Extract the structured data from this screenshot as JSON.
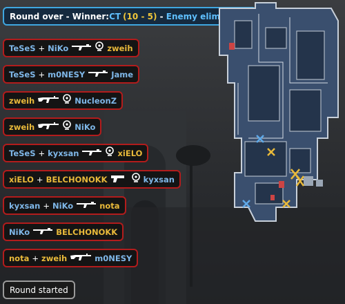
{
  "round_over": {
    "prefix": "Round over - Winner: ",
    "team": "CT",
    "score": "(10 - 5)",
    "sep": " - ",
    "reason": "Enemy eliminated"
  },
  "killfeed": [
    {
      "attacker": "TeSeS",
      "assister": "NiKo",
      "victim": "zweih",
      "weapon": "smg-icon",
      "headshot": true
    },
    {
      "attacker": "TeSeS",
      "assister": "m0NESY",
      "victim": "Jame",
      "weapon": "smg-icon",
      "headshot": false
    },
    {
      "attacker": "zweih",
      "assister": "",
      "victim": "NucleonZ",
      "weapon": "rifle-icon",
      "headshot": true
    },
    {
      "attacker": "zweih",
      "assister": "",
      "victim": "NiKo",
      "weapon": "rifle-icon",
      "headshot": true
    },
    {
      "attacker": "TeSeS",
      "assister": "kyxsan",
      "victim": "xiELO",
      "weapon": "smg-icon",
      "headshot": true
    },
    {
      "attacker": "xiELO",
      "assister": "BELCHONOKK",
      "victim": "kyxsan",
      "weapon": "deagle-icon",
      "headshot": true
    },
    {
      "attacker": "kyxsan",
      "assister": "NiKo",
      "victim": "nota",
      "weapon": "smg-icon",
      "headshot": false
    },
    {
      "attacker": "NiKo",
      "assister": "",
      "victim": "BELCHONOKK",
      "weapon": "smg-icon",
      "headshot": false
    },
    {
      "attacker": "nota",
      "assister": "zweih",
      "victim": "m0NESY",
      "weapon": "rifle-icon",
      "headshot": false
    }
  ],
  "round_started": "Round started",
  "colors": {
    "ct": "#7fb7e8",
    "t": "#e8b93a",
    "kill_border": "#b31c1c",
    "banner_border": "#3fa7e0"
  }
}
